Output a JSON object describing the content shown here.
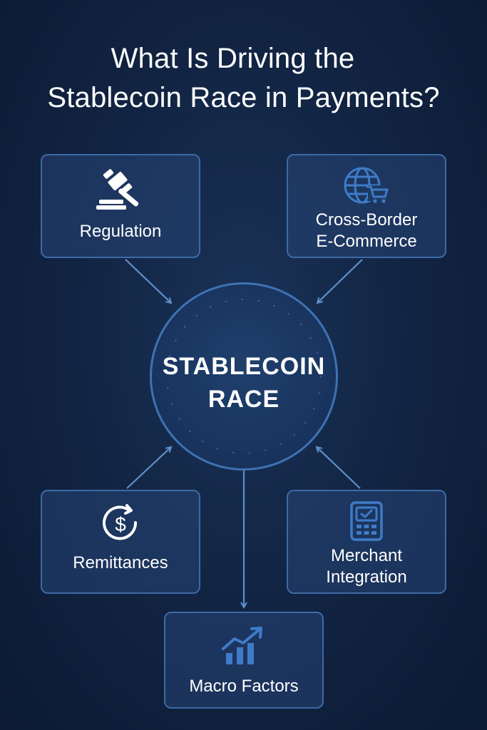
{
  "title": {
    "line1": "What Is Driving the",
    "line2": "Stablecoin Race in Payments?"
  },
  "center": {
    "line1": "STABLECOIN",
    "line2": "RACE"
  },
  "nodes": {
    "regulation": {
      "label": "Regulation",
      "icon": "gavel-icon"
    },
    "cross_border": {
      "line1": "Cross-Border",
      "line2": "E-Commerce",
      "icon": "globe-cart-icon"
    },
    "remittances": {
      "label": "Remittances",
      "icon": "dollar-refresh-icon"
    },
    "merchant": {
      "line1": "Merchant",
      "line2": "Integration",
      "icon": "payment-terminal-icon"
    },
    "macro": {
      "label": "Macro Factors",
      "icon": "growth-chart-icon"
    }
  },
  "colors": {
    "background": "#122544",
    "card_border": "#3d6aa5",
    "icon_accent": "#3f7bc8",
    "connector": "#5f8fc9"
  }
}
